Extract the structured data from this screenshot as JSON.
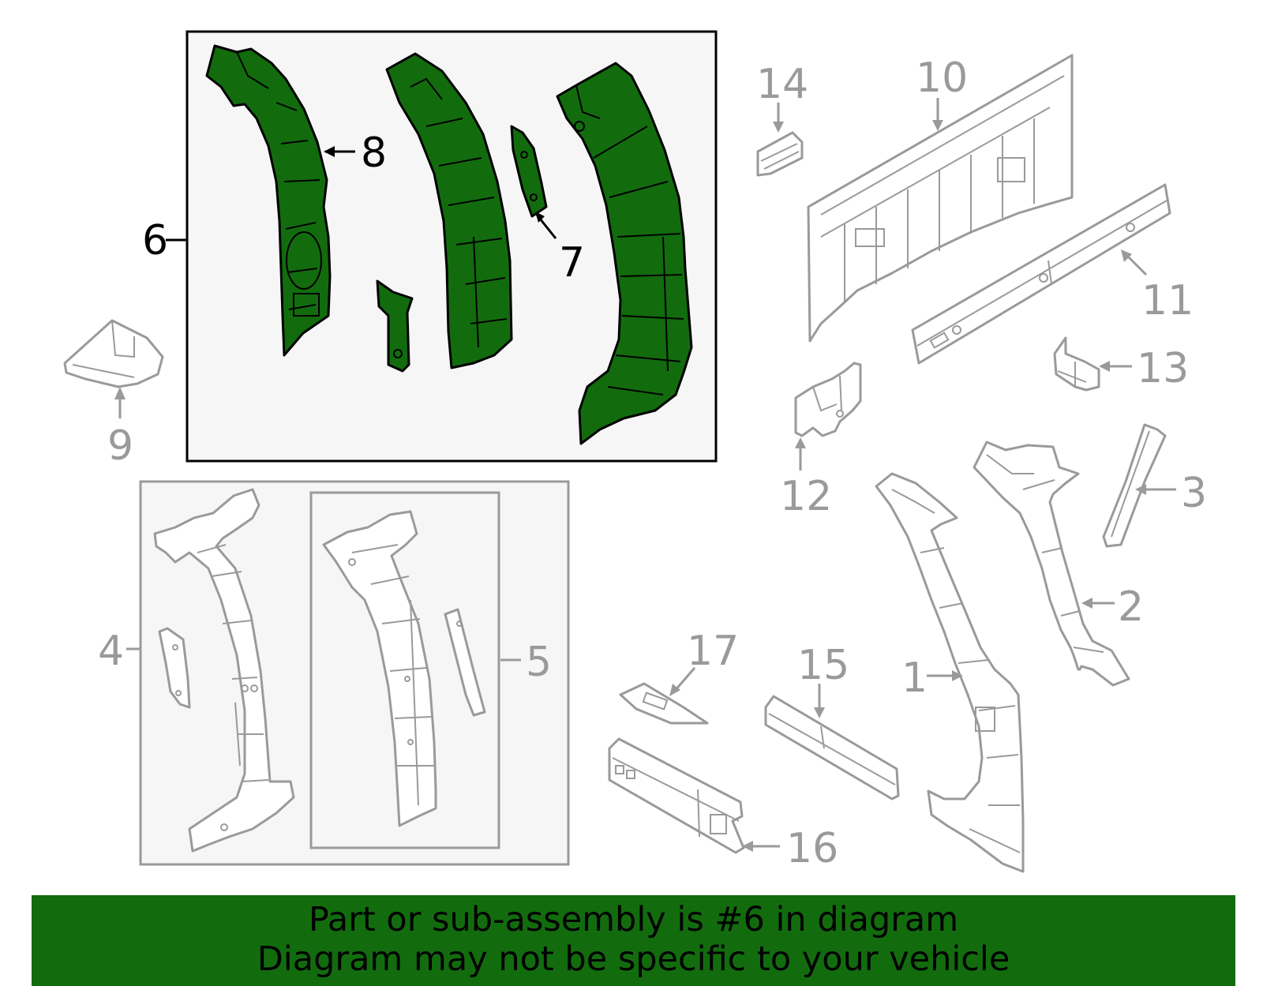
{
  "callouts": {
    "n1": "1",
    "n2": "2",
    "n3": "3",
    "n4": "4",
    "n5": "5",
    "n6": "6",
    "n7": "7",
    "n8": "8",
    "n9": "9",
    "n10": "10",
    "n11": "11",
    "n12": "12",
    "n13": "13",
    "n14": "14",
    "n15": "15",
    "n16": "16",
    "n17": "17"
  },
  "highlight_part": "6",
  "colors": {
    "highlight": "#126c0e",
    "outline_grey": "#9a9a9a",
    "panel_bg": "#f6f6f6"
  },
  "banner": {
    "line1": "Part or sub-assembly is #6 in diagram",
    "line2": "Diagram may not be specific to your vehicle"
  }
}
